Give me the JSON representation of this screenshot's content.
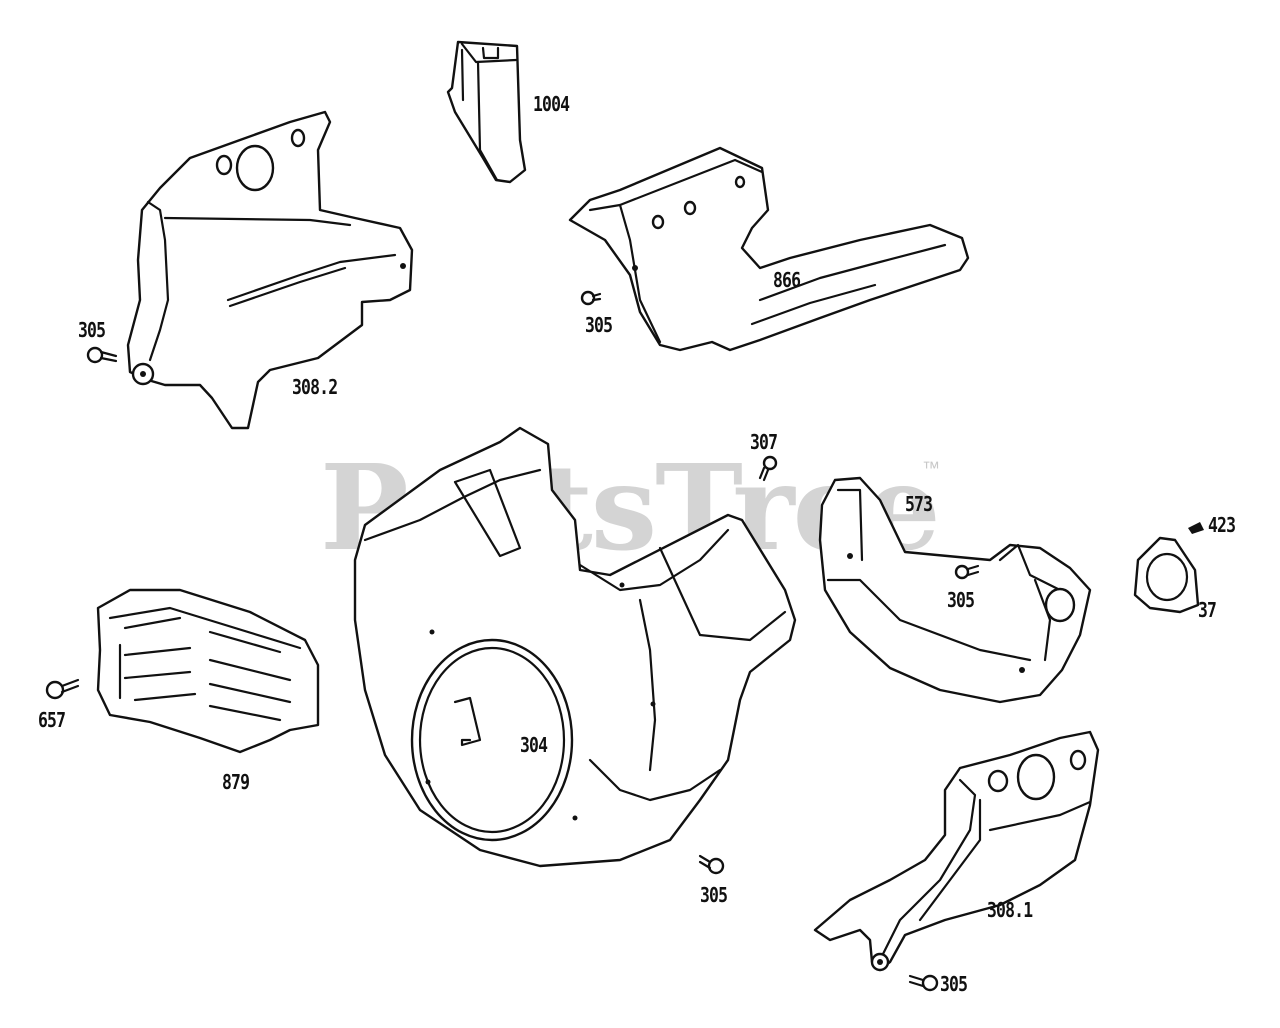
{
  "watermark": {
    "text": "PartsTree",
    "trademark": "™"
  },
  "callouts": {
    "c1004": "1004",
    "c305_a": "305",
    "c308_2": "308.2",
    "c866": "866",
    "c305_b": "305",
    "c307": "307",
    "c573": "573",
    "c423": "423",
    "c305_c": "305",
    "c37": "37",
    "c657": "657",
    "c879": "879",
    "c304": "304",
    "c305_d": "305",
    "c308_1": "308.1",
    "c305_e": "305"
  }
}
